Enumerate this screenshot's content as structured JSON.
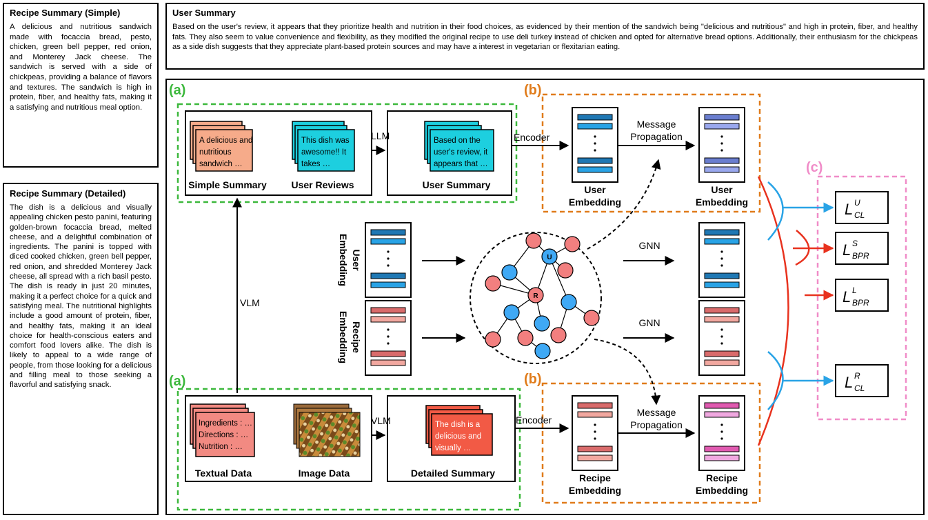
{
  "left_top": {
    "title": "Recipe Summary (Simple)",
    "text": "A delicious and nutritious sandwich made with focaccia bread, pesto, chicken, green bell pepper, red onion, and Monterey Jack cheese. The sandwich is served with a side of chickpeas, providing a balance of flavors and textures. The sandwich is high in protein, fiber, and healthy fats, making it a satisfying and nutritious meal option."
  },
  "left_bottom": {
    "title": "Recipe Summary (Detailed)",
    "text": "The dish is a delicious and visually appealing chicken pesto panini, featuring golden-brown focaccia bread, melted cheese, and a delightful combination of ingredients. The panini is topped with diced cooked chicken, green bell pepper, red onion, and shredded Monterey Jack cheese, all spread with a rich basil pesto. The dish is ready in just 20 minutes, making it a perfect choice for a quick and satisfying meal. The nutritional highlights include a good amount of protein, fiber, and healthy fats, making it an ideal choice for health-conscious eaters and comfort food lovers alike. The dish is likely to appeal to a wide range of people, from those looking for a delicious and filling meal to those seeking a flavorful and satisfying snack."
  },
  "user_summary": {
    "title": "User Summary",
    "text": "Based on the user's review, it appears that they prioritize health and nutrition in their food choices, as evidenced by their mention of the sandwich being \"delicious and nutritious\" and high in protein, fiber, and healthy fats. They also seem to value convenience and flexibility, as they modified the original recipe to use deli turkey instead of chicken and opted for alternative bread options. Additionally, their enthusiasm for the chickpeas as a side dish suggests that they appreciate plant-based protein sources and may have a interest in vegetarian or flexitarian eating."
  },
  "diagram": {
    "section_a": "(a)",
    "section_b": "(b)",
    "section_c": "(c)",
    "card_simple": [
      "A delicious and",
      "nutritious",
      "sandwich …"
    ],
    "card_reviews": [
      "This dish was",
      "awesome!! It",
      "takes   …"
    ],
    "card_usum": [
      "Based on the",
      "user's review, it",
      "appears that …"
    ],
    "card_textual": [
      "Ingredients : …",
      "Directions : …",
      "Nutrition : …"
    ],
    "card_detailed": [
      "The dish is a",
      "delicious and",
      "visually …"
    ],
    "label_simple_summary": "Simple Summary",
    "label_user_reviews": "User Reviews",
    "label_user_summary": "User Summary",
    "label_textual_data": "Textual Data",
    "label_image_data": "Image Data",
    "label_detailed_summary": "Detailed Summary",
    "llm": "LLM",
    "vlm": "VLM",
    "encoder": "Encoder",
    "message": "Message",
    "propagation": "Propagation",
    "gnn": "GNN",
    "user": "User",
    "recipe": "Recipe",
    "embedding": "Embedding",
    "node_u": "U",
    "node_r": "R",
    "loss_base": "L",
    "loss_cl_u_sup": "U",
    "loss_cl_u_sub": "CL",
    "loss_bpr_s_sup": "S",
    "loss_bpr_s_sub": "BPR",
    "loss_bpr_l_sup": "L",
    "loss_bpr_l_sub": "BPR",
    "loss_cl_r_sup": "R",
    "loss_cl_r_sub": "CL",
    "colors": {
      "green": "#3cb83c",
      "orange": "#e07b1a",
      "pink": "#f08cc8",
      "red": "#e8321e",
      "blue": "#29a3e6"
    }
  }
}
